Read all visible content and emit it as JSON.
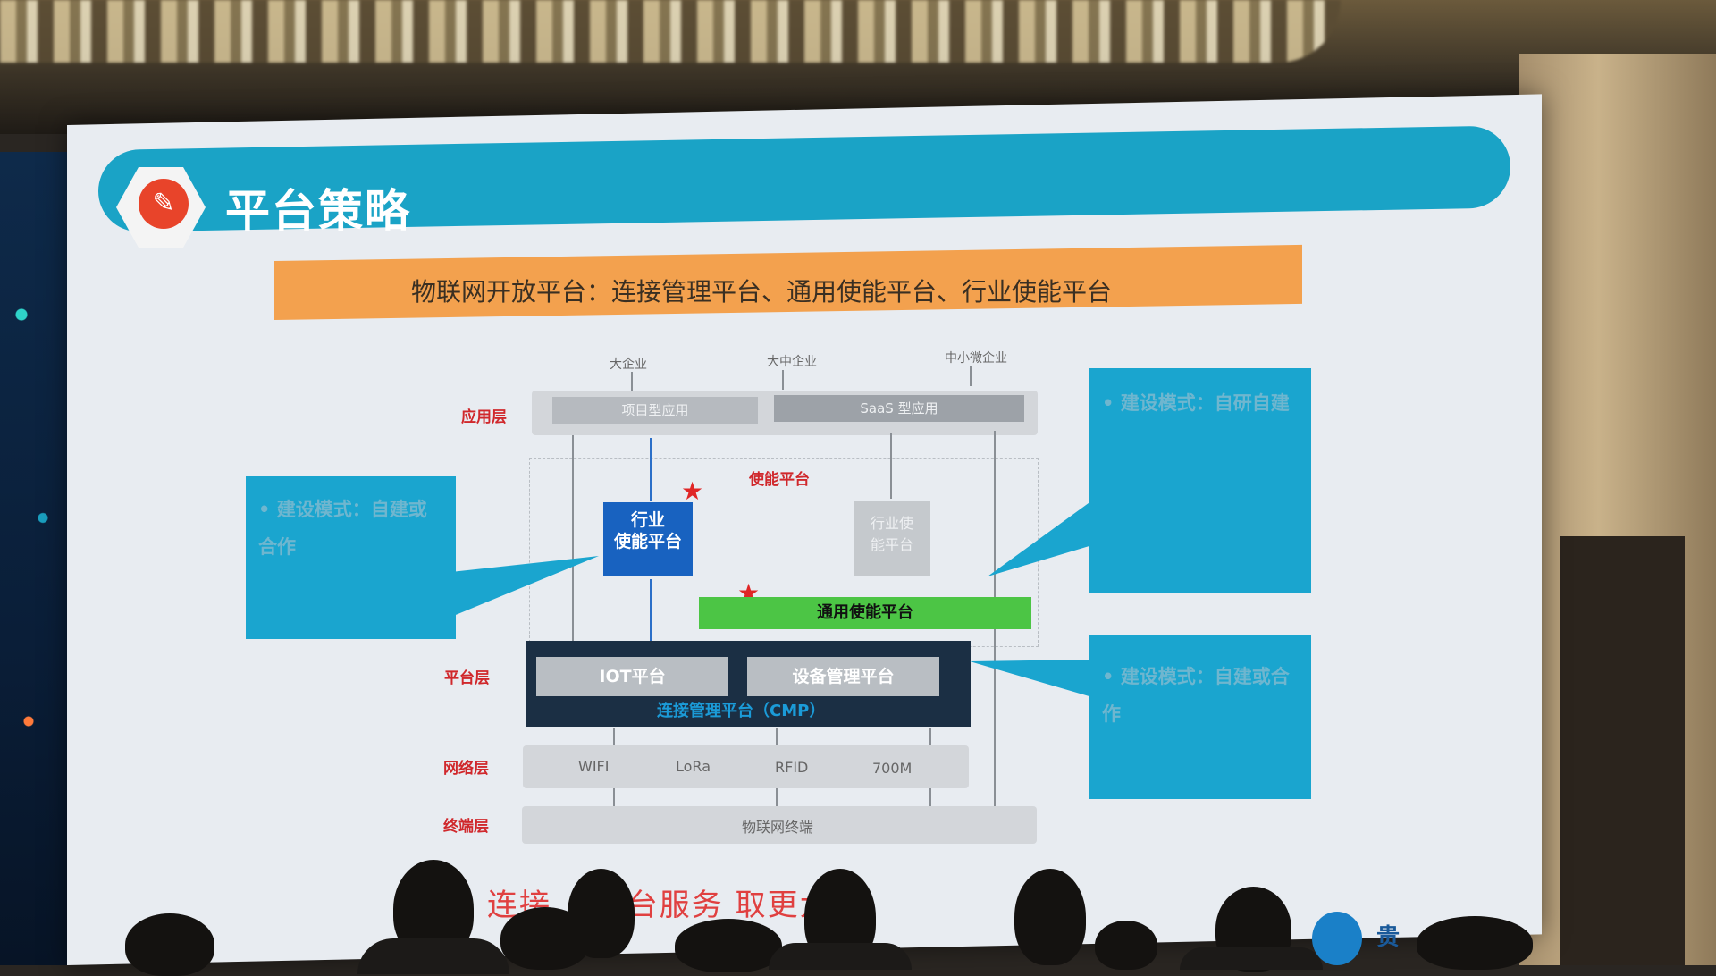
{
  "slide": {
    "title": "平台策略",
    "banner": "物联网开放平台：连接管理平台、通用使能平台、行业使能平台",
    "layers": {
      "app": "应用层",
      "platform": "平台层",
      "network": "网络层",
      "terminal": "终端层"
    },
    "top_users": [
      "大企业",
      "大中企业",
      "中小微企业"
    ],
    "app_left": "项目型应用",
    "app_right": "SaaS 型应用",
    "enable_platform": "使能平台",
    "industry_box_line1": "行业",
    "industry_box_line2": "使能平台",
    "industry_grey_line1": "行业使",
    "industry_grey_line2": "能平台",
    "general_platform": "通用使能平台",
    "iot_platform": "IOT平台",
    "device_mgmt": "设备管理平台",
    "cmp_label": "连接管理平台（CMP）",
    "network_items": [
      "WIFI",
      "LoRa",
      "RFID",
      "700M"
    ],
    "terminal_label": "物联网终端",
    "callouts": {
      "left": "• 建设模式：自建或合作",
      "right_top": "• 建设模式：自研自建",
      "right_bottom": "• 建设模式：自建或合作"
    },
    "bottom_line": "连接      ，平台服务      取更大利",
    "corner_logo_text": "贵",
    "colors": {
      "title_bar": "#1aa3c6",
      "banner": "#f3a14e",
      "industry_box": "#1862c0",
      "general_bar": "#4cc545",
      "cmp_bg": "#1b2f44",
      "callout": "#1aa5cf",
      "layer_label": "#d0282c"
    }
  }
}
